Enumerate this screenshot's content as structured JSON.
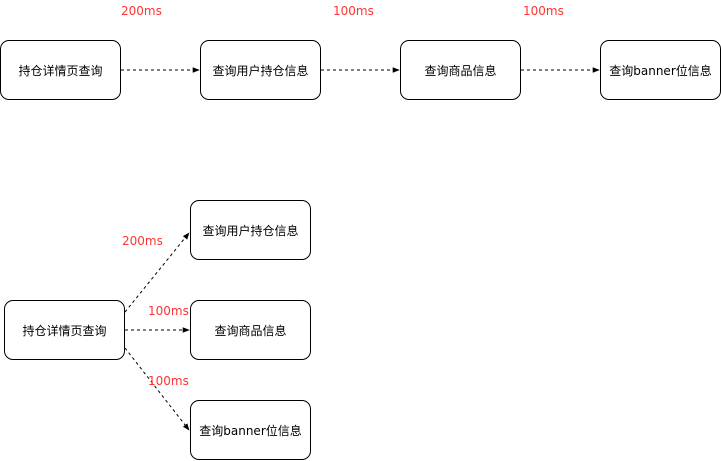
{
  "top_flow": {
    "nodes": [
      "持仓详情页查询",
      "查询用户持仓信息",
      "查询商品信息",
      "查询banner位信息"
    ],
    "edge_labels": [
      "200ms",
      "100ms",
      "100ms"
    ]
  },
  "bottom_flow": {
    "source": "持仓详情页查询",
    "targets": [
      "查询用户持仓信息",
      "查询商品信息",
      "查询banner位信息"
    ],
    "edge_labels": [
      "200ms",
      "100ms",
      "100ms"
    ]
  },
  "colors": {
    "label": "#ff3333",
    "stroke": "#000000"
  }
}
